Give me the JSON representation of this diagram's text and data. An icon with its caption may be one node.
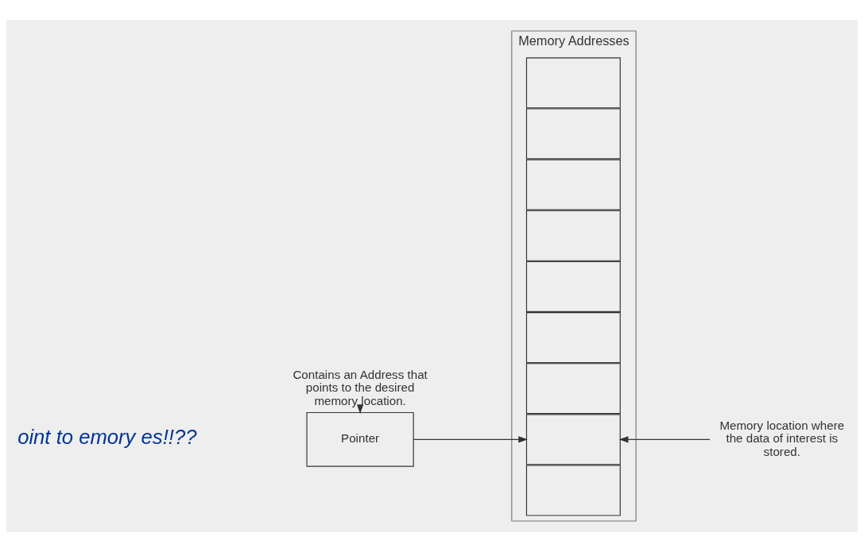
{
  "diagram": {
    "nodes": [
      {
        "text": [
          "Pointer"
        ]
      },
      {
        "text": [
          "Memory Addresses"
        ]
      },
      {
        "text": [],
        "shape": "box",
        "in": 1
      },
      {
        "text": [],
        "shape": "box",
        "in": 1
      },
      {
        "text": [],
        "shape": "box",
        "in": 1
      },
      {
        "text": [],
        "shape": "box",
        "in": 1
      },
      {
        "text": [],
        "shape": "box",
        "in": 1
      },
      {
        "text": [],
        "shape": "box",
        "in": 1
      },
      {
        "text": [],
        "shape": "box",
        "in": 1
      },
      {
        "text": [],
        "shape": "box",
        "in": 1
      },
      {
        "text": [],
        "shape": "box",
        "in": 1
      },
      {
        "text": [
          "Memory location where the data of interest is stored."
        ]
      },
      {
        "text": [
          "Contains an Address that points to the desired memory location."
        ]
      }
    ],
    "edges": [
      {
        "from": 0,
        "to": 3,
        "arrow": "to"
      },
      {
        "from": 11,
        "to": 3,
        "arrow": "to"
      },
      {
        "from": 12,
        "to": 0,
        "arrow": "to"
      }
    ],
    "labels": [
      "oint to emory es!!??"
    ]
  }
}
